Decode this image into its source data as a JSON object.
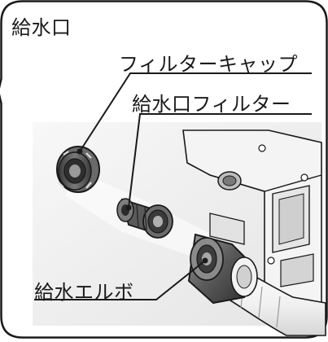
{
  "title": "給水口",
  "callouts": {
    "filter_cap": "フィルターキャップ",
    "inlet_filter": "給水口フィルター",
    "elbow": "給水エルボ"
  },
  "colors": {
    "outline": "#1a1a1a",
    "background_panel": "#eeeeee",
    "part_dark": "#4a4a4a",
    "part_mid": "#8a8a8a",
    "part_light": "#d8d8d8"
  }
}
